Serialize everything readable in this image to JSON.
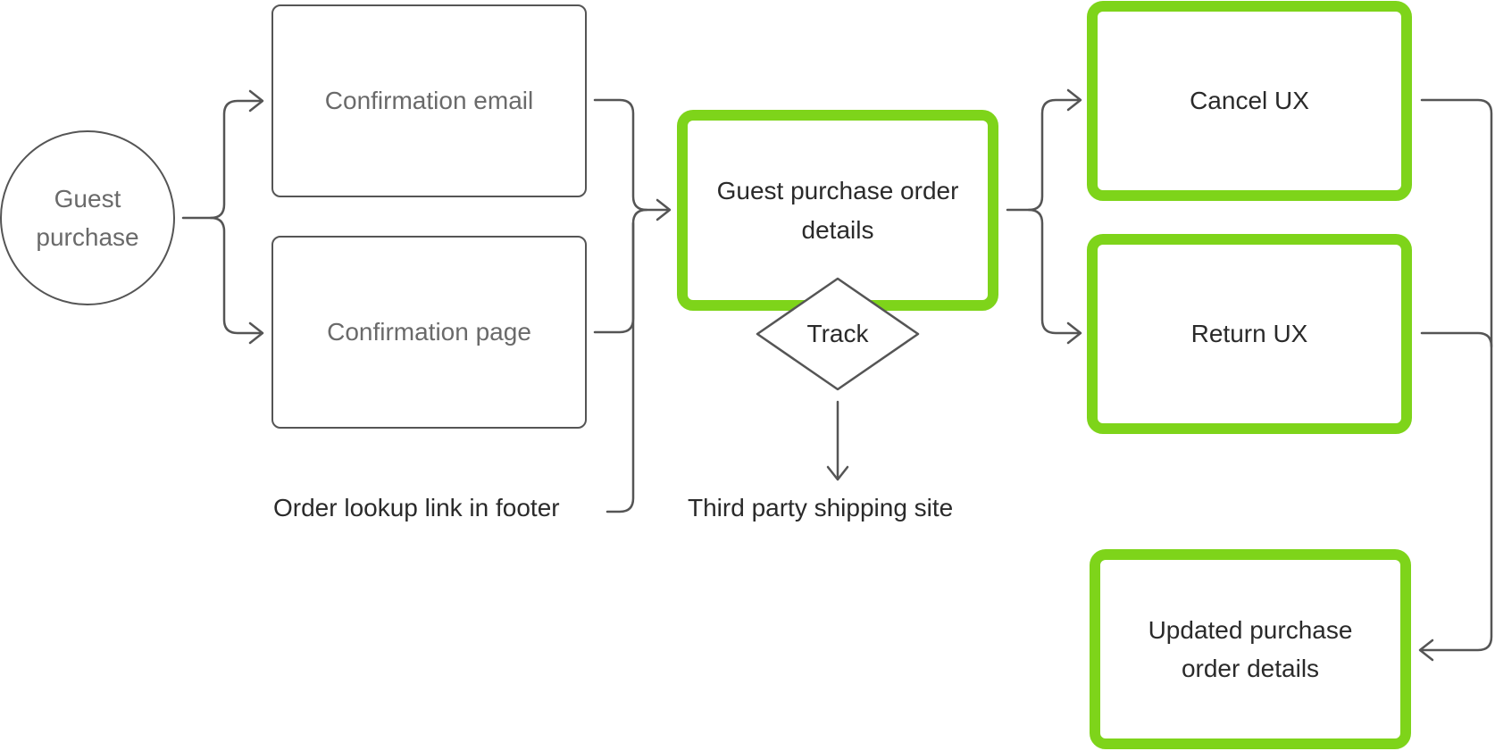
{
  "diagram": {
    "start": {
      "label": "Guest purchase"
    },
    "confirmation_email": {
      "label": "Confirmation email"
    },
    "confirmation_page": {
      "label": "Confirmation page"
    },
    "order_lookup": {
      "label": "Order lookup link in footer"
    },
    "order_details": {
      "label": "Guest purchase order details"
    },
    "track": {
      "label": "Track"
    },
    "shipping_site": {
      "label": "Third party shipping site"
    },
    "cancel": {
      "label": "Cancel UX"
    },
    "return": {
      "label": "Return UX"
    },
    "updated_details": {
      "label": "Updated purchase order details"
    }
  },
  "colors": {
    "highlight": "#7ed41a",
    "stroke": "#555555",
    "muted_text": "#6a6a6a",
    "text": "#2a2a2a"
  }
}
